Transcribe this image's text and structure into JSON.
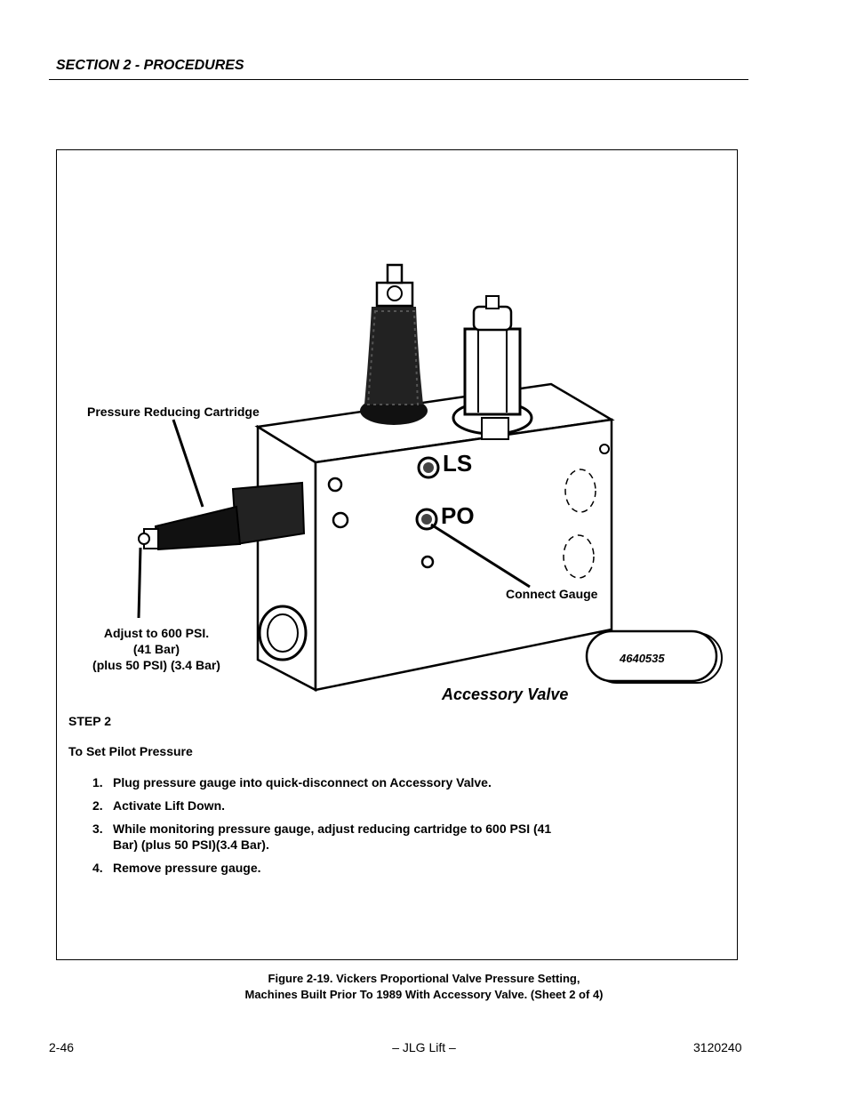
{
  "header": {
    "section": "SECTION 2 - PROCEDURES"
  },
  "figure": {
    "labels": {
      "pressure_reducing_cartridge": "Pressure Reducing Cartridge",
      "ls": "LS",
      "po": "PO",
      "connect_gauge": "Connect Gauge",
      "adjust_line1": "Adjust to 600 PSI.",
      "adjust_line2": "(41 Bar)",
      "adjust_line3": "(plus 50 PSI) (3.4 Bar)",
      "part_number": "4640535",
      "accessory_valve": "Accessory Valve"
    },
    "step_title": "STEP 2",
    "step_subtitle": "To Set Pilot Pressure",
    "steps": [
      {
        "num": "1.",
        "text": "Plug pressure gauge into quick-disconnect on Accessory Valve."
      },
      {
        "num": "2.",
        "text": "Activate Lift Down."
      },
      {
        "num": "3.",
        "text": "While monitoring pressure gauge, adjust reducing cartridge to 600 PSI (41 Bar) (plus 50 PSI)(3.4 Bar)."
      },
      {
        "num": "4.",
        "text": "Remove pressure gauge."
      }
    ]
  },
  "caption": {
    "line1": "Figure 2-19.  Vickers Proportional Valve Pressure Setting,",
    "line2": "Machines Built Prior To 1989 With Accessory Valve. (Sheet 2 of 4)"
  },
  "footer": {
    "page": "2-46",
    "center": "– JLG Lift –",
    "doc_number": "3120240"
  }
}
